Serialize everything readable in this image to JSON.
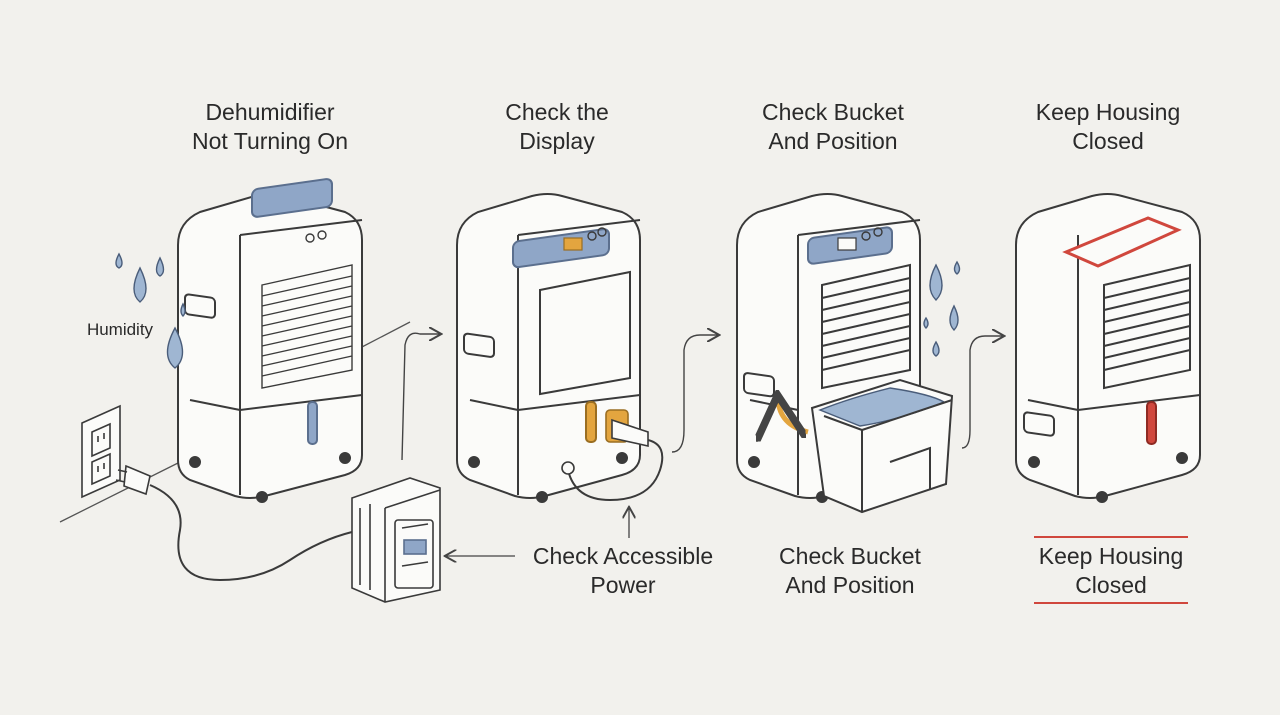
{
  "steps": [
    {
      "title_line1": "Dehumidifier",
      "title_line2": "Not Turning On"
    },
    {
      "title_line1": "Check the",
      "title_line2": "Display"
    },
    {
      "title_line1": "Check Bucket",
      "title_line2": "And Position"
    },
    {
      "title_line1": "Keep Housing",
      "title_line2": "Closed"
    }
  ],
  "annotations": {
    "humidity": "Humidity",
    "power_line1": "Check Accessible",
    "power_line2": "Power",
    "bucket_line1": "Check Bucket",
    "bucket_line2": "And Position",
    "housing_line1": "Keep Housing",
    "housing_line2": "Closed"
  },
  "colors": {
    "panel_blue": "#8fa6c7",
    "highlight_orange": "#e3a53f",
    "warning_red": "#d0473d",
    "water_blue": "#9fb6d2",
    "ink": "#3a3a3a"
  }
}
